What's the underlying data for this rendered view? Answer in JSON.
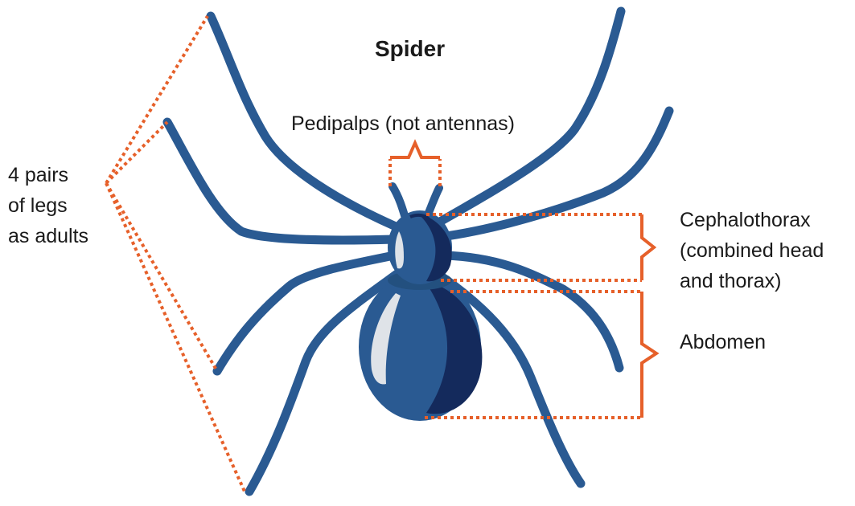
{
  "title": "Spider",
  "labels": {
    "pedipalps": "Pedipalps (not antennas)",
    "legs": [
      "4 pairs",
      "of legs",
      "as adults"
    ],
    "cephalothorax": [
      "Cephalothorax",
      "(combined head",
      "and thorax)"
    ],
    "abdomen": "Abdomen"
  },
  "colors": {
    "body": "#2a5a92",
    "body_dark": "#142a5c",
    "highlight": "#dfe3e8",
    "annotation": "#e6602a",
    "text": "#1a1a1a"
  }
}
